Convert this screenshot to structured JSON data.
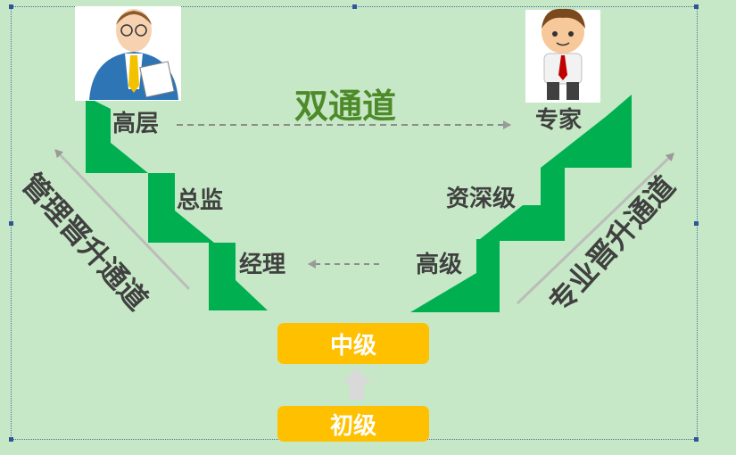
{
  "title": "双通道",
  "left_path": {
    "levels": [
      "高层",
      "总监",
      "经理"
    ],
    "channel_label": "管理晋升通道"
  },
  "right_path": {
    "levels": [
      "专家",
      "资深级",
      "高级"
    ],
    "channel_label": "专业晋升通道"
  },
  "base": {
    "middle": "中级",
    "junior": "初级"
  },
  "colors": {
    "background": "#c6e8c6",
    "stairs": "#00b050",
    "box": "#ffc000",
    "title": "#4e8a2a",
    "text": "#404040",
    "arrow": "#9a9a9a"
  },
  "icons": {
    "manager": "businessman-icon",
    "expert": "expert-icon"
  }
}
